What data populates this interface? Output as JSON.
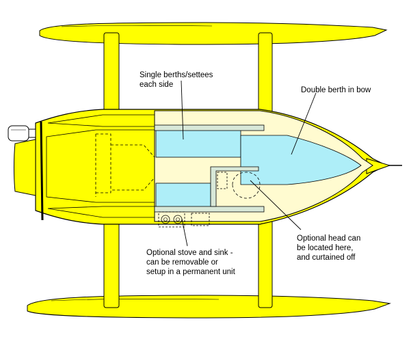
{
  "colors": {
    "hull_yellow": "#ffff00",
    "cabin_cream": "#fffbd0",
    "berth_cyan": "#aeeef8",
    "outline": "#000000",
    "dash": "#000000"
  },
  "labels": {
    "settees": [
      "Single berths/settees",
      "each side"
    ],
    "double_berth": [
      "Double berth in bow"
    ],
    "head": [
      "Optional head can",
      "be located here,",
      "and curtained off"
    ],
    "stove": [
      "Optional stove and sink -",
      "can be removable or",
      "setup in a permanent unit"
    ]
  }
}
